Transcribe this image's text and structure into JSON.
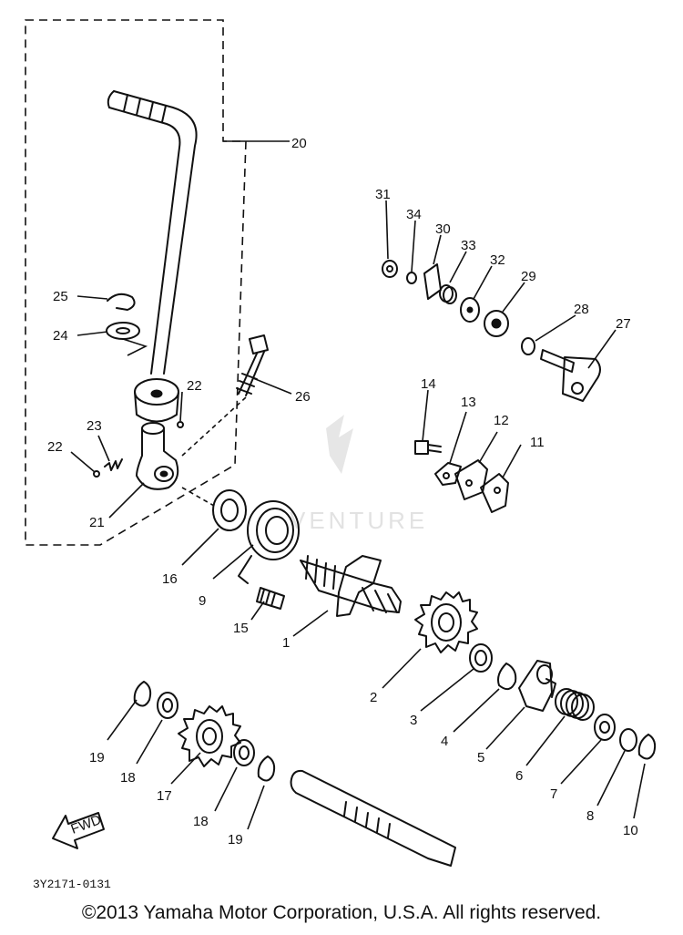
{
  "callouts": [
    "1",
    "2",
    "3",
    "4",
    "5",
    "6",
    "7",
    "8",
    "9",
    "10",
    "11",
    "12",
    "13",
    "14",
    "15",
    "16",
    "17",
    "18",
    "18",
    "19",
    "19",
    "20",
    "21",
    "22",
    "22",
    "23",
    "24",
    "25",
    "26",
    "27",
    "28",
    "29",
    "30",
    "31",
    "32",
    "33",
    "34"
  ],
  "drawing_code": "3Y2171-0131",
  "fwd_label": "FWD",
  "watermark": "VENTURE",
  "copyright": "©2013 Yamaha Motor Corporation, U.S.A. All rights reserved."
}
